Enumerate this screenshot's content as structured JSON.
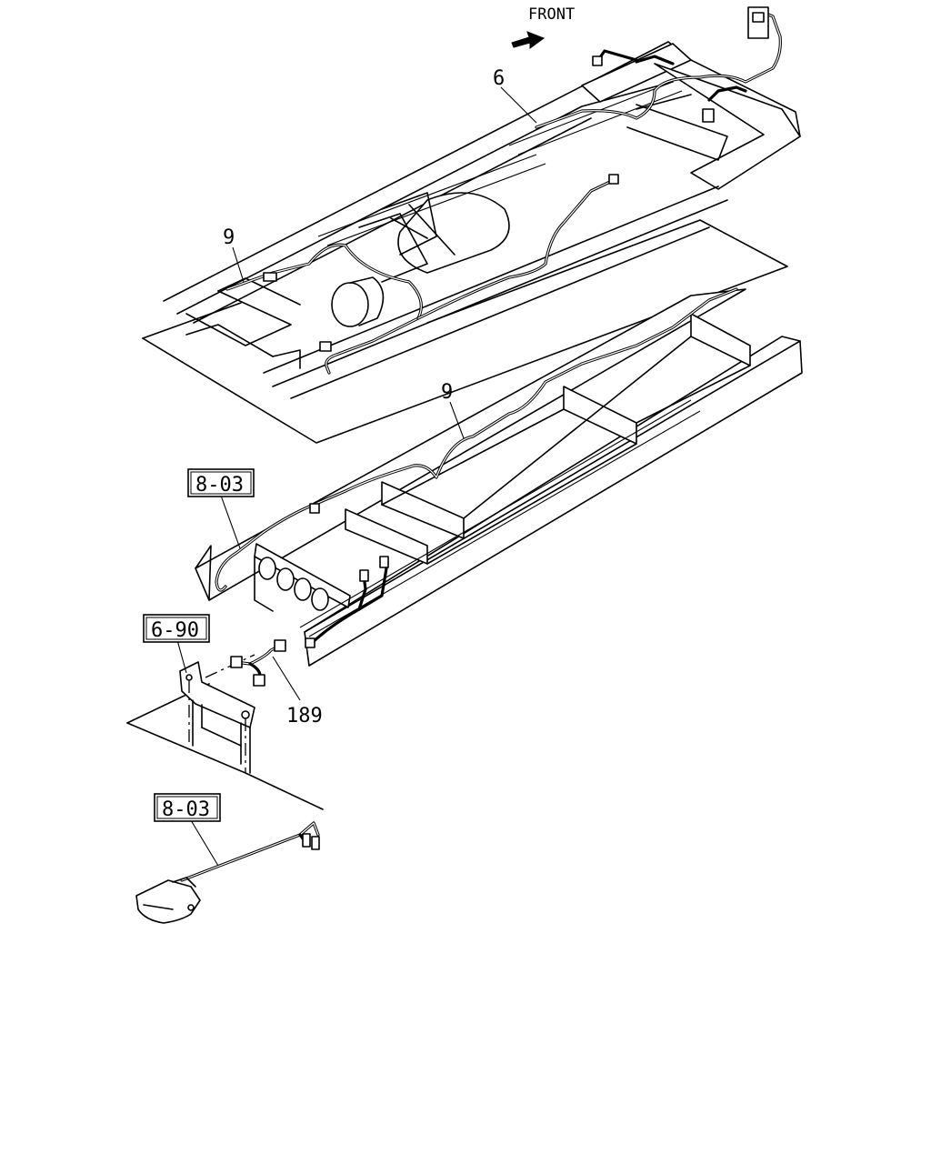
{
  "direction_label": "FRONT",
  "callouts": {
    "c6_top": "6",
    "c9_upper": "9",
    "c9_lower": "9",
    "c189": "189"
  },
  "references": {
    "r803_middle": "8-03",
    "r690": "6-90",
    "r803_bottom": "8-03"
  }
}
